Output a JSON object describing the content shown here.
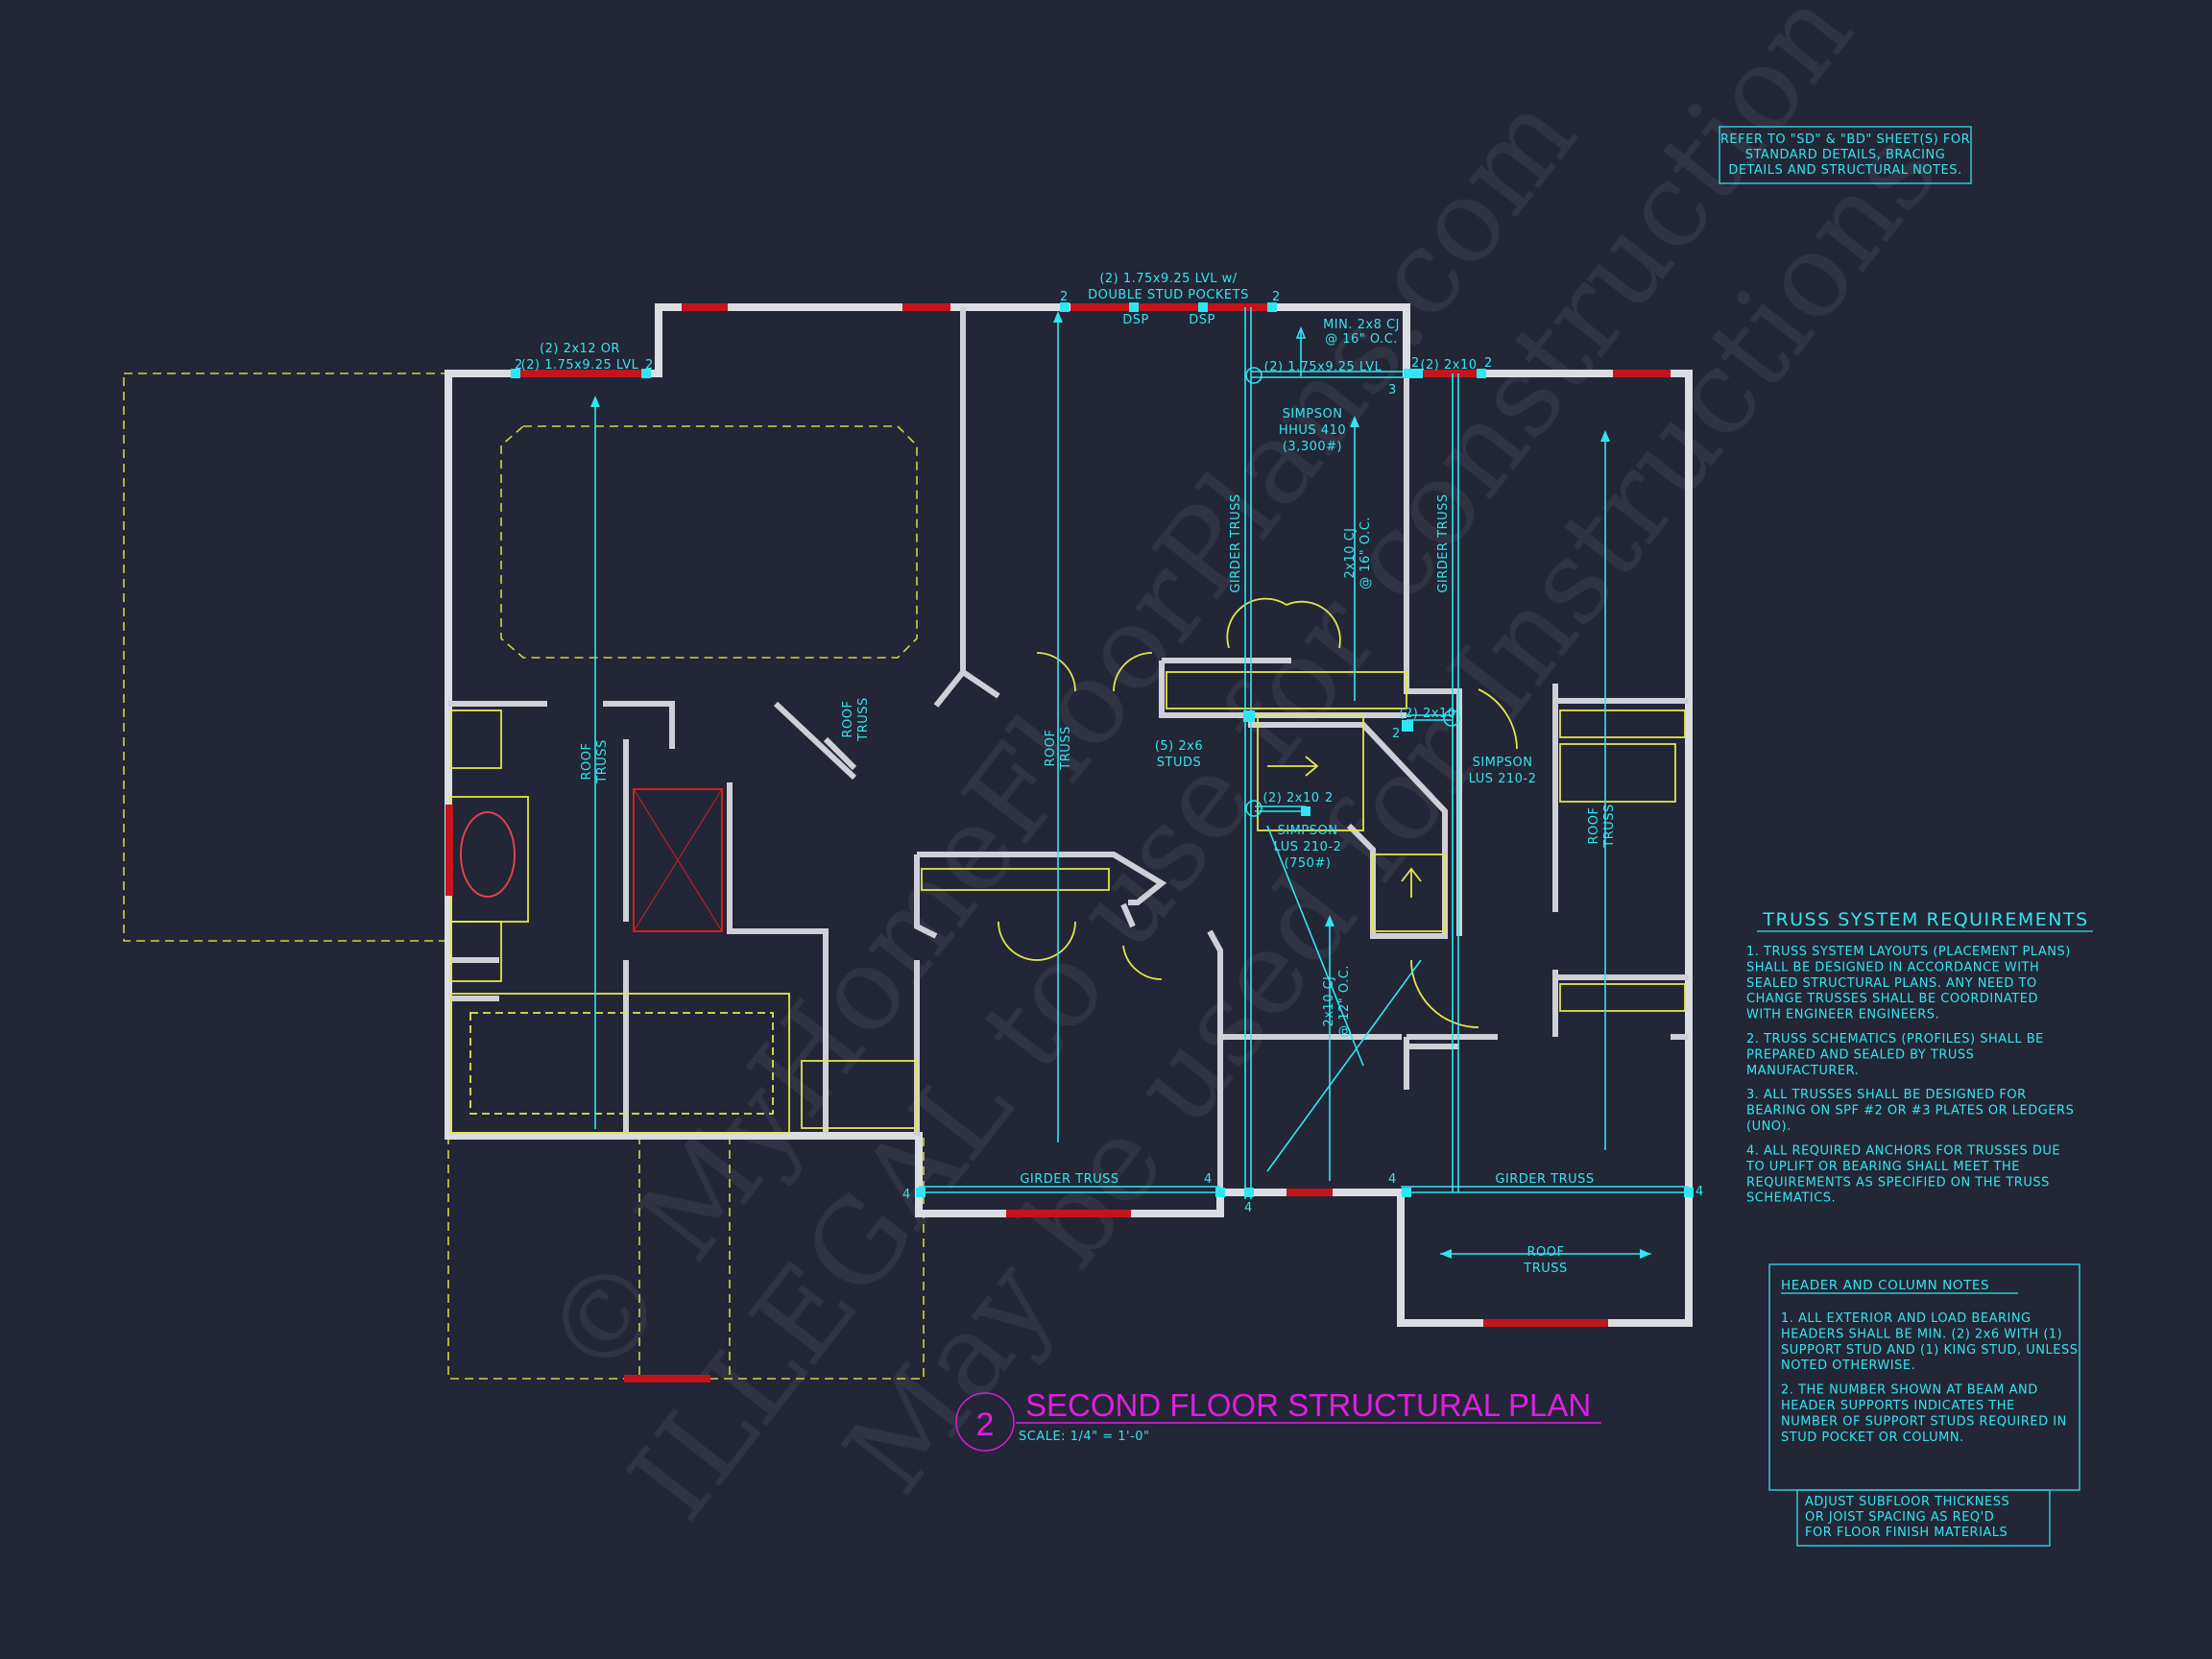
{
  "colors": {
    "background": "#222637",
    "annotation": "#34e4ee",
    "title": "#e01ee0",
    "walls": "#dcdde2",
    "headers": "#c4141c",
    "fixtures": "#e6e44a"
  },
  "watermark": [
    "© MyHomeFloorPlans.com",
    "ILLEGAL to use for construction",
    "May be used for Instructions"
  ],
  "title": {
    "number": "2",
    "text": "SECOND FLOOR STRUCTURAL PLAN",
    "scale": "SCALE: 1/4\" = 1'-0\""
  },
  "refer_note": [
    "REFER TO \"SD\" & \"BD\" SHEET(S) FOR",
    "STANDARD DETAILS, BRACING",
    "DETAILS AND STRUCTURAL NOTES."
  ],
  "truss_notes": {
    "heading": "TRUSS SYSTEM REQUIREMENTS",
    "lines": [
      "1. TRUSS SYSTEM LAYOUTS (PLACEMENT PLANS)",
      "SHALL BE DESIGNED IN ACCORDANCE WITH",
      "SEALED STRUCTURAL PLANS. ANY NEED TO",
      "CHANGE TRUSSES SHALL BE COORDINATED",
      "WITH ENGINEER ENGINEERS.",
      "2. TRUSS SCHEMATICS (PROFILES) SHALL BE",
      "PREPARED AND SEALED BY TRUSS",
      "MANUFACTURER.",
      "3. ALL TRUSSES SHALL BE DESIGNED FOR",
      "BEARING ON SPF #2 OR #3 PLATES OR LEDGERS",
      "(UNO).",
      "4. ALL REQUIRED ANCHORS FOR TRUSSES DUE",
      "TO UPLIFT OR BEARING SHALL MEET THE",
      "REQUIREMENTS AS SPECIFIED ON THE TRUSS",
      "SCHEMATICS."
    ]
  },
  "header_notes": {
    "heading": "HEADER AND COLUMN NOTES",
    "lines": [
      "1. ALL EXTERIOR AND LOAD BEARING",
      "HEADERS SHALL BE MIN. (2) 2x6 WITH (1)",
      "SUPPORT STUD AND (1) KING STUD, UNLESS",
      "NOTED OTHERWISE.",
      "2. THE NUMBER SHOWN AT BEAM AND",
      "HEADER SUPPORTS INDICATES THE",
      "NUMBER OF SUPPORT STUDS REQUIRED IN",
      "STUD POCKET OR COLUMN."
    ]
  },
  "subfloor_note": [
    "ADJUST SUBFLOOR THICKNESS",
    "OR JOIST SPACING AS REQ'D",
    "FOR FLOOR FINISH MATERIALS"
  ],
  "labels": {
    "hdr_left_1": "(2) 2x12 OR",
    "hdr_left_2": "(2) 1.75x9.25 LVL",
    "hdr_top_1": "(2) 1.75x9.25 LVL w/",
    "hdr_top_2": "DOUBLE STUD POCKETS",
    "dsp": "DSP",
    "min_cj_1": "MIN. 2x8 CJ",
    "min_cj_2": "@ 16\" O.C.",
    "lvl_beam": "(2) 1.75x9.25 LVL",
    "hdr_right": "(2) 2x10",
    "hhus_1": "SIMPSON",
    "hhus_2": "HHUS 410",
    "hhus_3": "(3,300#)",
    "girder_truss": "GIRDER TRUSS",
    "roof_truss_1": "ROOF",
    "roof_truss_2": "TRUSS",
    "cj16_1": "2x10 CJ",
    "cj16_2": "@ 16\" O.C.",
    "cj12_1": "2x10 CJ",
    "cj12_2": "@ 12\" O.C.",
    "studs_1": "(5) 2x6",
    "studs_2": "STUDS",
    "beam_2x10": "(2) 2x10",
    "lus_1": "SIMPSON",
    "lus_2": "LUS 210-2",
    "lus_3": "(750#)",
    "n2": "2",
    "n3": "3",
    "n4": "4"
  }
}
